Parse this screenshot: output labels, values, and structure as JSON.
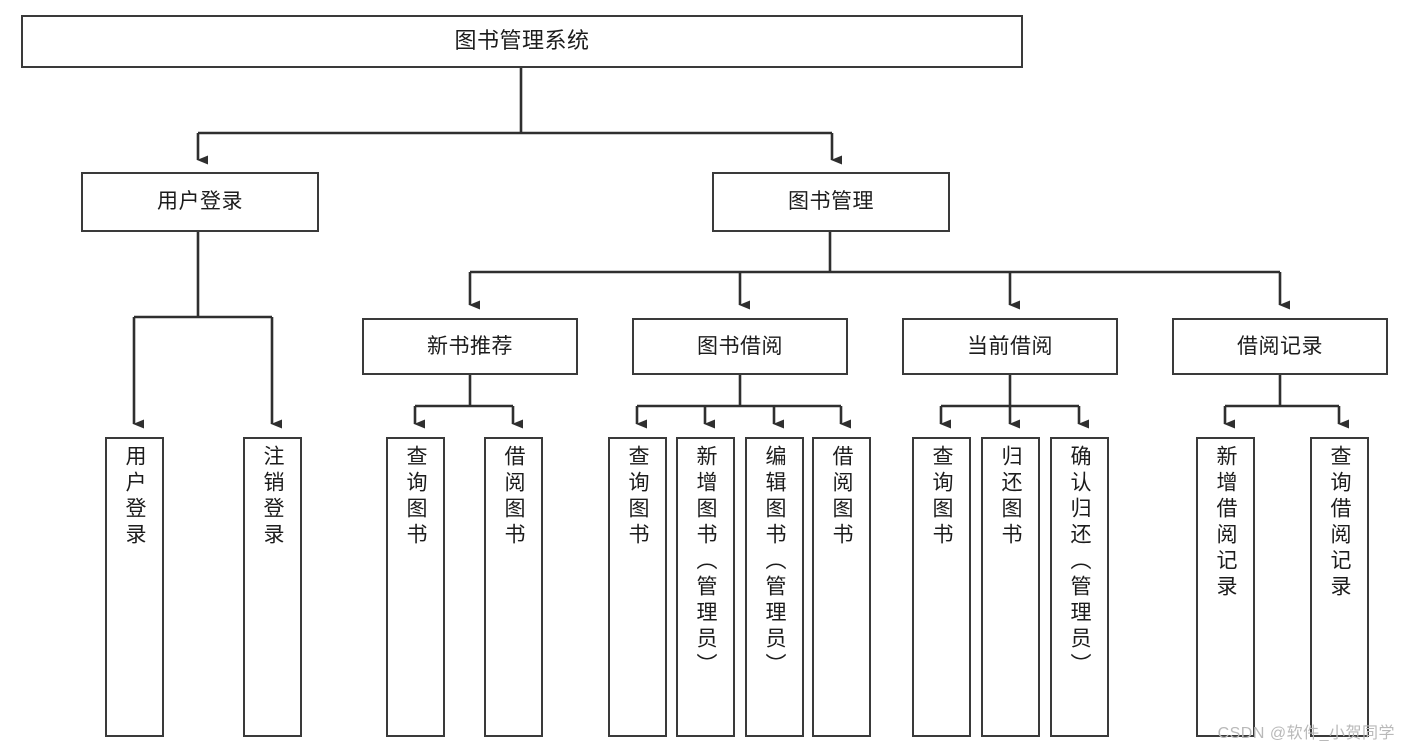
{
  "diagram": {
    "title": "图书管理系统",
    "type": "tree-hierarchy-diagram",
    "orientation": "top-down",
    "colors": {
      "box_border": "#3a3a3a",
      "box_fill": "#ffffff",
      "connector": "#2f2f2f",
      "text": "#1c1c1c",
      "watermark": "#b9b9b9",
      "background": "#ffffff"
    },
    "nodes": {
      "root": {
        "label": "图书管理系统"
      },
      "level1": [
        {
          "id": "user-login",
          "label": "用户登录"
        },
        {
          "id": "book-management",
          "label": "图书管理"
        }
      ],
      "level2": [
        {
          "id": "new-book-recommend",
          "label": "新书推荐"
        },
        {
          "id": "book-borrow",
          "label": "图书借阅"
        },
        {
          "id": "current-borrow",
          "label": "当前借阅"
        },
        {
          "id": "borrow-record",
          "label": "借阅记录"
        }
      ],
      "leaves": {
        "user_login": [
          {
            "id": "leaf-user-login",
            "label": "用户登录"
          },
          {
            "id": "leaf-logout-login",
            "label": "注销登录"
          }
        ],
        "new_book_recommend": [
          {
            "id": "leaf-query-book-1",
            "label": "查询图书"
          },
          {
            "id": "leaf-borrow-book-1",
            "label": "借阅图书"
          }
        ],
        "book_borrow": [
          {
            "id": "leaf-query-book-2",
            "label": "查询图书"
          },
          {
            "id": "leaf-add-book",
            "label": "新增图书（管理员）"
          },
          {
            "id": "leaf-edit-book",
            "label": "编辑图书（管理员）"
          },
          {
            "id": "leaf-borrow-book-2",
            "label": "借阅图书"
          }
        ],
        "current_borrow": [
          {
            "id": "leaf-query-book-3",
            "label": "查询图书"
          },
          {
            "id": "leaf-return-book",
            "label": "归还图书"
          },
          {
            "id": "leaf-confirm-return",
            "label": "确认归还（管理员）"
          }
        ],
        "borrow_record": [
          {
            "id": "leaf-add-record",
            "label": "新增借阅记录"
          },
          {
            "id": "leaf-query-record",
            "label": "查询借阅记录"
          }
        ]
      }
    }
  },
  "watermark": {
    "text": "CSDN @软件_小贺同学"
  }
}
